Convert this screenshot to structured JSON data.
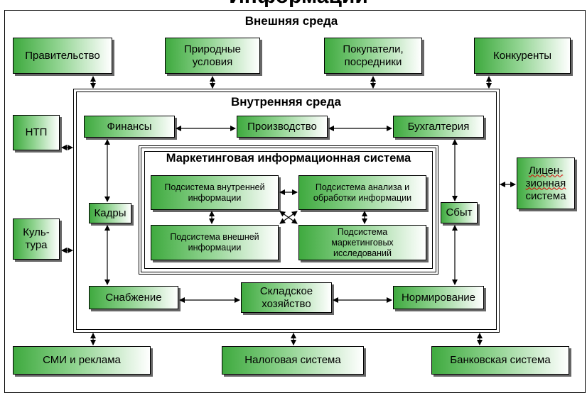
{
  "page_title_partial": "Информации",
  "outer": {
    "title": "Внешняя среда",
    "government": "Правительство",
    "nature_line1": "Природные",
    "nature_line2": "условия",
    "buyers_line1": "Покупатели,",
    "buyers_line2": "посредники",
    "competitors": "Конкуренты",
    "ntp": "НТП",
    "culture_line1": "Куль-",
    "culture_line2": "тура",
    "license_line1": "Лицен-",
    "license_line2": "зионная",
    "license_line3": "система",
    "media": "СМИ и реклама",
    "tax": "Налоговая система",
    "bank": "Банковская система"
  },
  "inner": {
    "title": "Внутренняя среда",
    "finance": "Финансы",
    "production": "Производство",
    "accounting": "Бухгалтерия",
    "hr": "Кадры",
    "sales": "Сбыт",
    "supply": "Снабжение",
    "warehouse_line1": "Складское",
    "warehouse_line2": "хозяйство",
    "norm": "Нормирование"
  },
  "mis": {
    "title": "Маркетинговая информационная система",
    "internal_line1": "Подсистема внутренней",
    "internal_line2": "информации",
    "analysis_line1": "Подсистема анализа и",
    "analysis_line2": "обработки информации",
    "external_line1": "Подсистема внешней",
    "external_line2": "информации",
    "research_line1": "Подсистема",
    "research_line2": "маркетинговых",
    "research_line3": "исследований"
  },
  "colors": {
    "box_dark": "#3faa3f",
    "box_light": "#8fd38f",
    "line": "#000000"
  }
}
